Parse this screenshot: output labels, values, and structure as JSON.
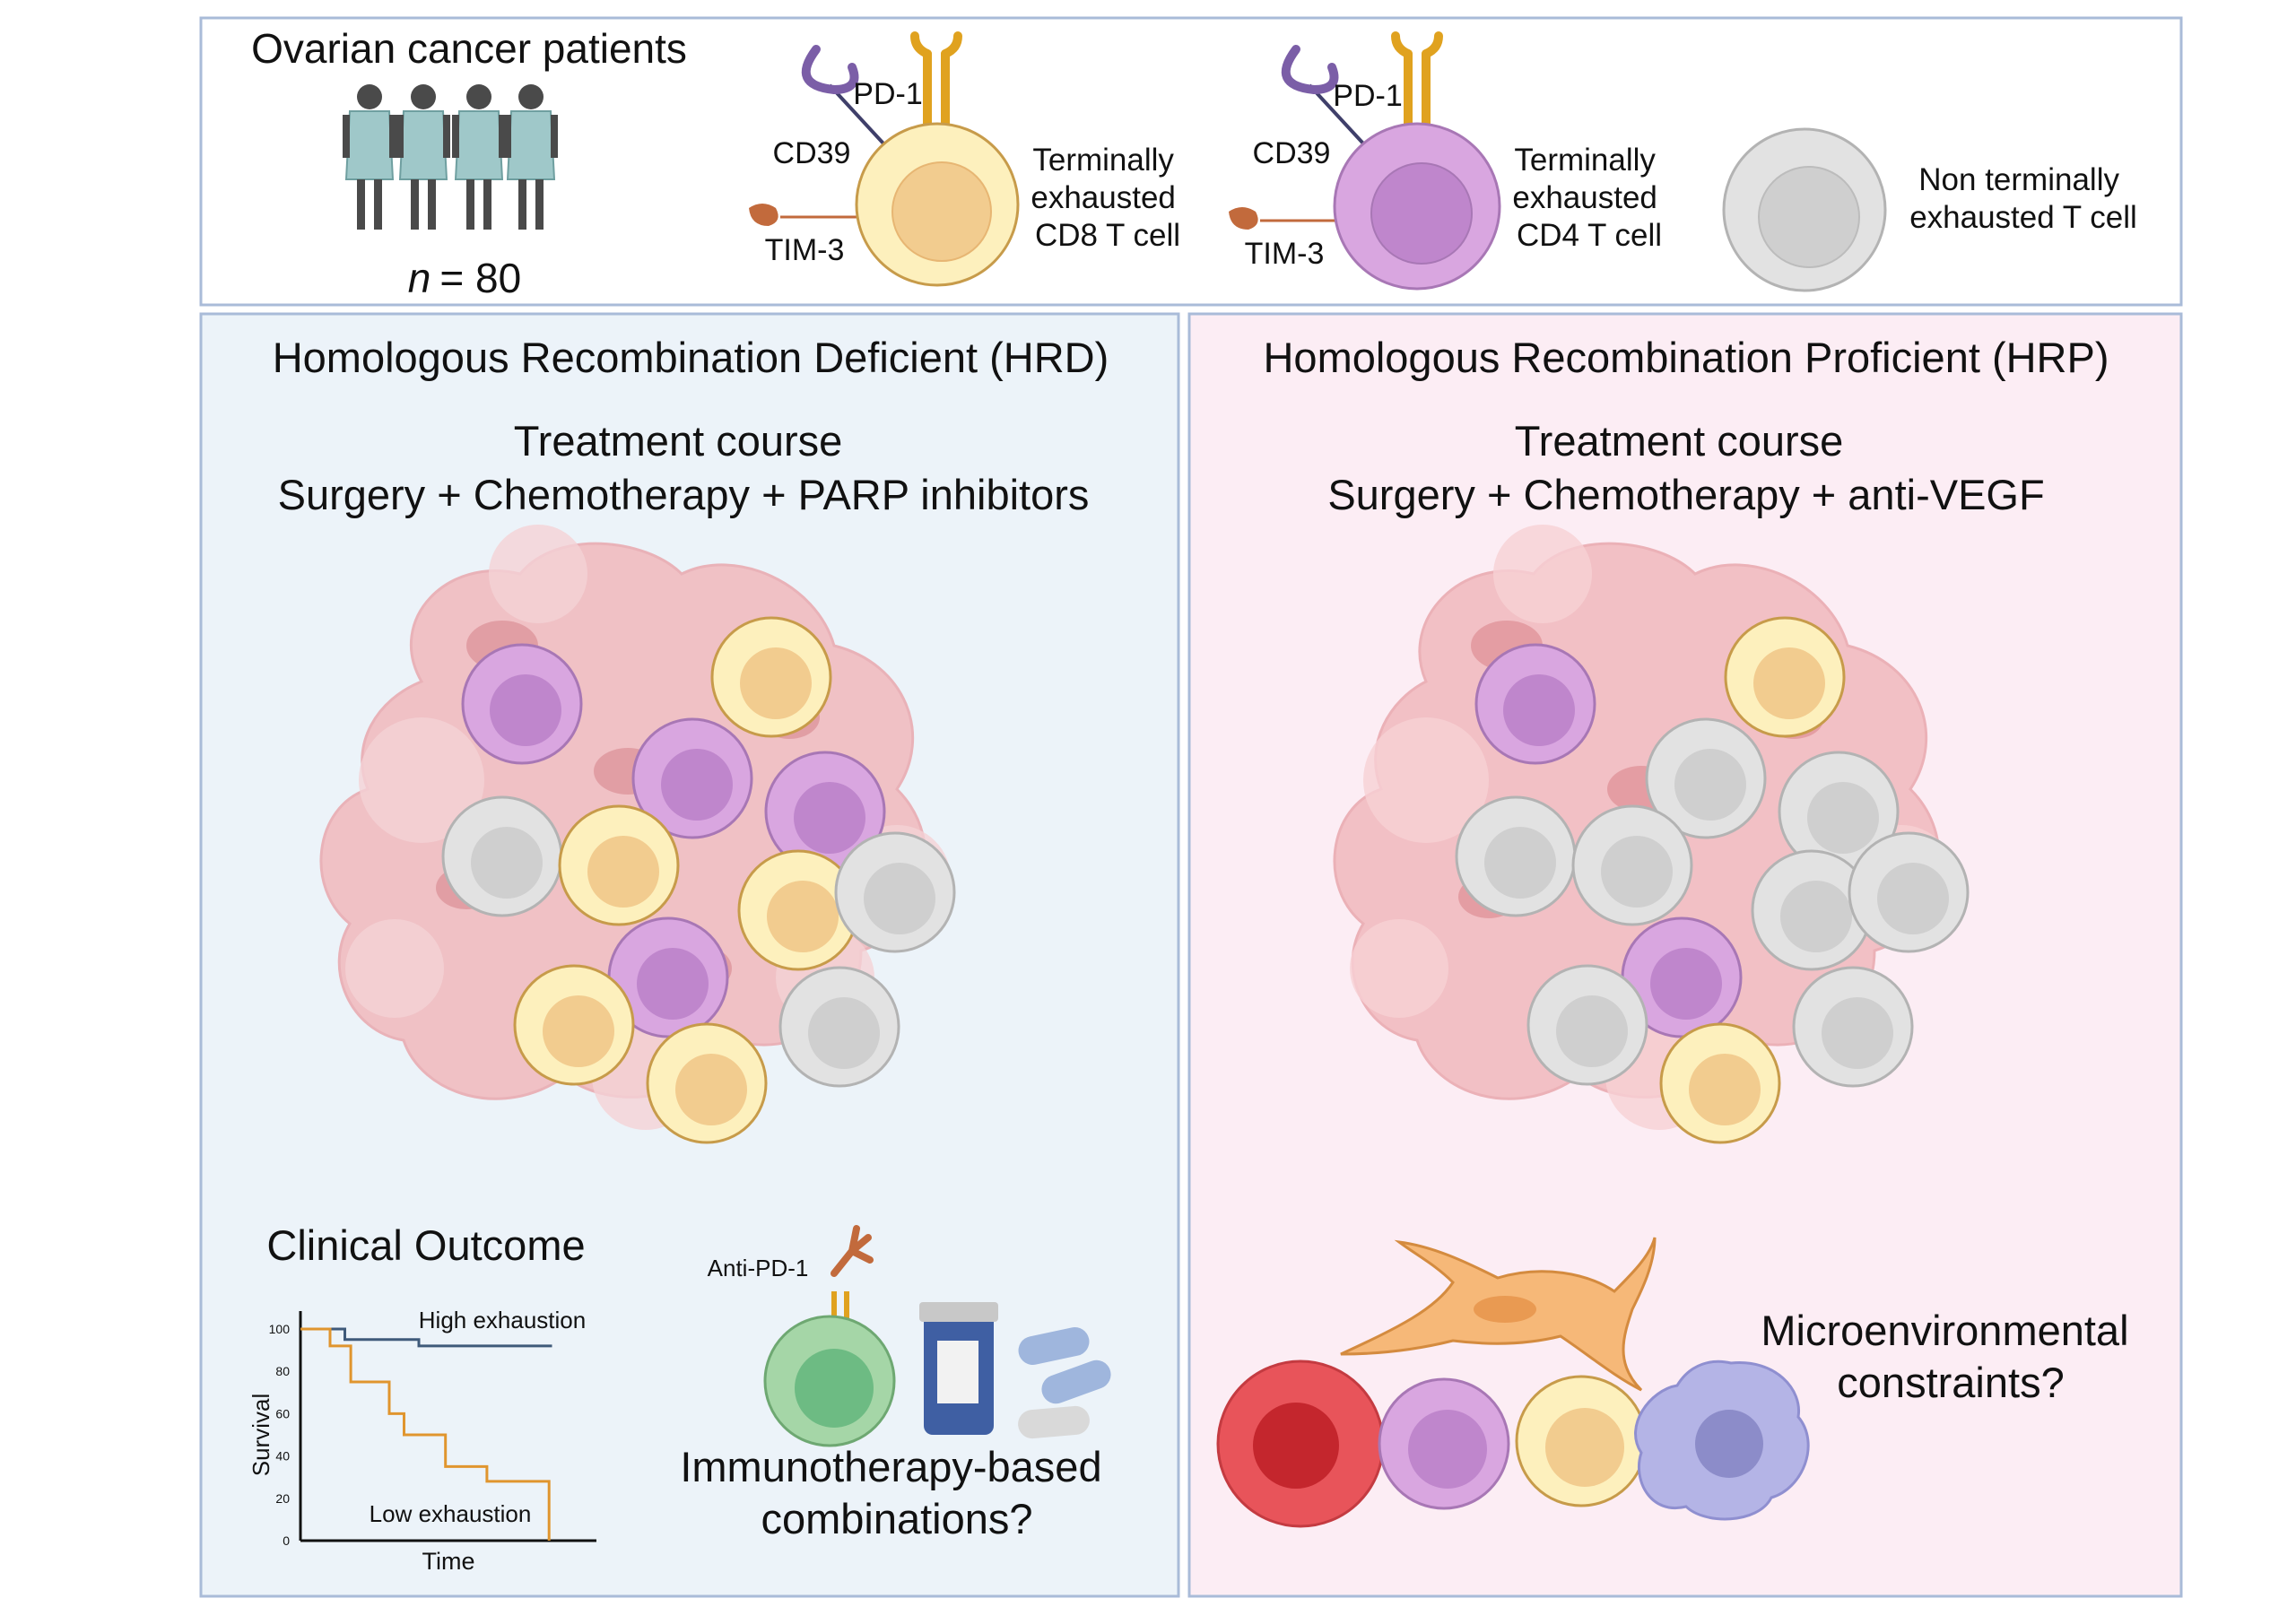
{
  "header": {
    "patients_title": "Ovarian cancer patients",
    "n_italic": "n",
    "n_value": "= 80",
    "cd8_legend": {
      "pd1": "PD-1",
      "cd39": "CD39",
      "tim3": "TIM-3",
      "label_lines": [
        "Terminally",
        "exhausted",
        "CD8 T cell"
      ]
    },
    "cd4_legend": {
      "pd1": "PD-1",
      "cd39": "CD39",
      "tim3": "TIM-3",
      "label_lines": [
        "Terminally",
        "exhausted",
        "CD4 T cell"
      ]
    },
    "non_terminal_legend": {
      "label_lines": [
        "Non terminally",
        "exhausted T cell"
      ]
    }
  },
  "hrd_panel": {
    "title": "Homologous Recombination Deficient (HRD)",
    "treatment_heading": "Treatment course",
    "treatment_detail": "Surgery + Chemotherapy + PARP inhibitors",
    "clinical_outcome_title": "Clinical Outcome",
    "anti_pd1_label": "Anti-PD-1",
    "immunotherapy_lines": [
      "Immunotherapy-based",
      "combinations?"
    ]
  },
  "hrp_panel": {
    "title": "Homologous Recombination Proficient (HRP)",
    "treatment_heading": "Treatment course",
    "treatment_detail": "Surgery + Chemotherapy + anti-VEGF",
    "constraints_lines": [
      "Microenvironmental",
      "constraints?"
    ]
  },
  "colors": {
    "hrd_bg": "#ecf3f9",
    "hrp_bg": "#fcedf4",
    "panel_border": "#a9bbd8",
    "cd8_cell": "#fdf0bd",
    "cd4_cell": "#d9a6e0",
    "non_terminal_cell": "#e2e2e2",
    "high_line": "#3f5a7a",
    "low_line": "#e0952e"
  },
  "chart_data": {
    "type": "line",
    "title": "",
    "xlabel": "Time",
    "ylabel": "Survival",
    "ylim": [
      0,
      100
    ],
    "y_ticks": [
      "0",
      "20",
      "40",
      "60",
      "80",
      "100"
    ],
    "series": [
      {
        "name": "High exhaustion",
        "x": [
          0,
          0.15,
          0.15,
          0.4,
          0.4,
          0.85
        ],
        "y": [
          100,
          100,
          95,
          95,
          92,
          92
        ]
      },
      {
        "name": "Low exhaustion",
        "x": [
          0,
          0.1,
          0.1,
          0.17,
          0.17,
          0.3,
          0.3,
          0.35,
          0.35,
          0.49,
          0.49,
          0.63,
          0.63,
          0.84,
          0.84
        ],
        "y": [
          100,
          100,
          92,
          92,
          75,
          75,
          60,
          60,
          50,
          50,
          35,
          35,
          28,
          28,
          0
        ]
      }
    ]
  }
}
